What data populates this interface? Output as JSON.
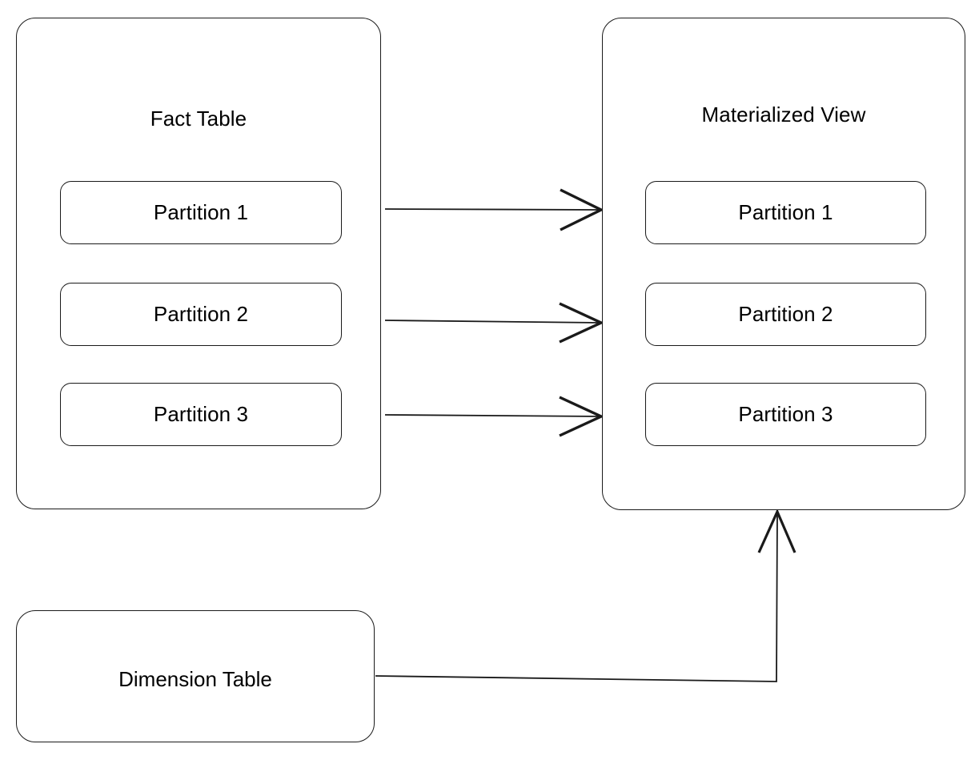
{
  "diagram": {
    "type": "flow-diagram",
    "background_color": "#ffffff",
    "stroke_color": "#1a1a1a",
    "text_color": "#000000",
    "nodes": [
      {
        "id": "fact_table",
        "title": "Fact Table",
        "children": [
          "Partition 1",
          "Partition 2",
          "Partition 3"
        ]
      },
      {
        "id": "materialized_view",
        "title": "Materialized View",
        "children": [
          "Partition 1",
          "Partition 2",
          "Partition 3"
        ]
      },
      {
        "id": "dimension_table",
        "title": "Dimension Table",
        "children": []
      }
    ],
    "edges": [
      {
        "from": "fact_table.Partition 1",
        "to": "materialized_view.Partition 1",
        "style": "open-arrow",
        "direction": "right"
      },
      {
        "from": "fact_table.Partition 2",
        "to": "materialized_view.Partition 2",
        "style": "open-arrow",
        "direction": "right"
      },
      {
        "from": "fact_table.Partition 3",
        "to": "materialized_view.Partition 3",
        "style": "open-arrow",
        "direction": "right"
      },
      {
        "from": "dimension_table",
        "to": "materialized_view",
        "style": "open-arrow",
        "direction": "up"
      }
    ]
  },
  "fact_table": {
    "title": "Fact Table",
    "partitions": [
      {
        "label": "Partition 1"
      },
      {
        "label": "Partition 2"
      },
      {
        "label": "Partition 3"
      }
    ]
  },
  "materialized_view": {
    "title": "Materialized View",
    "partitions": [
      {
        "label": "Partition 1"
      },
      {
        "label": "Partition 2"
      },
      {
        "label": "Partition 3"
      }
    ]
  },
  "dimension_table": {
    "title": "Dimension Table"
  }
}
